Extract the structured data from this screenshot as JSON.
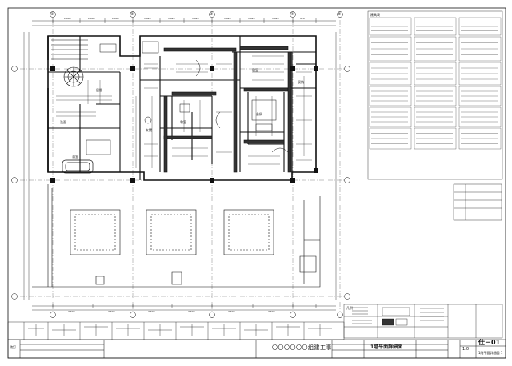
{
  "drawing": {
    "title": "1階平面詳細図",
    "title_box": "1階平面詳細図 1",
    "company": "〇〇〇〇〇〇組建工事",
    "sheet_no": "仕－01",
    "scale": "1:0",
    "revision_label": "改訂",
    "grid_numbers": [
      "①",
      "②",
      "③",
      "④",
      "⑤"
    ],
    "room_labels": [
      "居間",
      "和室",
      "浴室",
      "洗面",
      "台所",
      "玄関",
      "寝室",
      "収納"
    ]
  },
  "schedule": {
    "heading": "建具表"
  },
  "legend": {
    "heading": "凡例"
  },
  "colors": {
    "line": "#111111",
    "grid": "#555555",
    "paper": "#ffffff"
  }
}
